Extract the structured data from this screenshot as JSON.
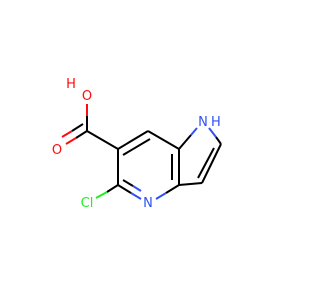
{
  "molecule": {
    "colors": {
      "carbon_bond": "#000000",
      "oxygen": "#ff0d0d",
      "nitrogen": "#3050f8",
      "chlorine": "#1ff01f"
    },
    "atom_labels": {
      "hydroxyl_o": "O",
      "hydroxyl_h": "H",
      "carbonyl_o": "O",
      "nh_n": "N",
      "nh_h": "H",
      "ring_n": "N",
      "cl": "Cl"
    }
  }
}
